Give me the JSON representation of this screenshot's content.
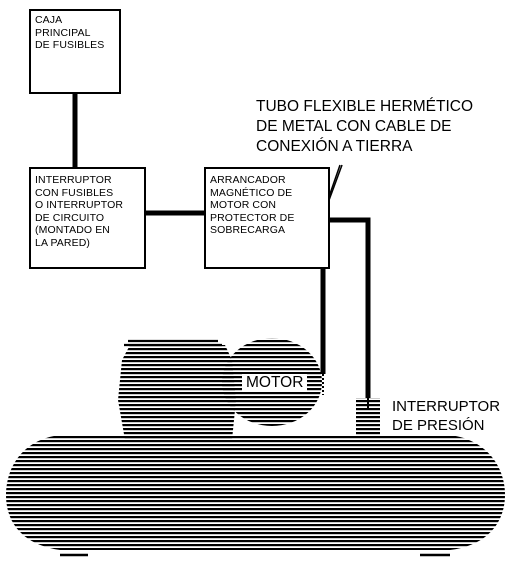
{
  "boxes": {
    "fuse_box": "CAJA\nPRINCIPAL\nDE FUSIBLES",
    "breaker": "INTERRUPTOR\nCON FUSIBLES\nO INTERRUPTOR\nDE CIRCUITO\n(MONTADO EN\nLA PARED)",
    "starter": "ARRANCADOR\nMAGNÉTICO DE\nMOTOR CON\nPROTECTOR DE\nSOBRECARGA"
  },
  "callout": "TUBO FLEXIBLE HERMÉTICO\nDE METAL CON CABLE DE\nCONEXIÓN A TIERRA",
  "motor_label": "MOTOR",
  "pressure_switch_label": "INTERRUPTOR\nDE PRESIÓN",
  "colors": {
    "ink": "#000000",
    "paper": "#ffffff"
  }
}
